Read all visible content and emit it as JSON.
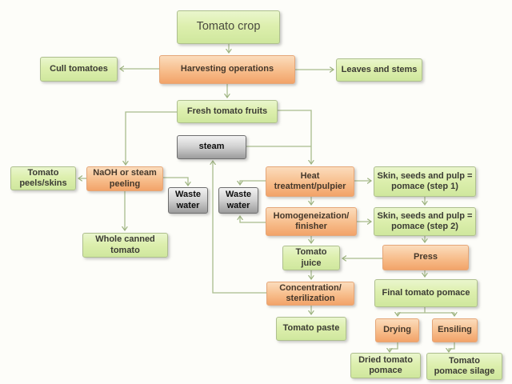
{
  "diagram_title": "Tomato crop processing flowchart",
  "colors": {
    "green_box": "#d9edaa",
    "orange_box": "#f5ab70",
    "gray_box": "#bcbcbc",
    "connector": "#9cb27e",
    "background": "#fdfdf9"
  },
  "nodes": {
    "tomato_crop": {
      "label": "Tomato crop"
    },
    "harvesting": {
      "label": "Harvesting operations"
    },
    "cull_tomatoes": {
      "label": "Cull tomatoes"
    },
    "leaves_stems": {
      "label": "Leaves and stems"
    },
    "fresh_fruits": {
      "label": "Fresh tomato fruits"
    },
    "steam": {
      "label": "steam"
    },
    "tomato_peels": {
      "label": "Tomato\npeels/skins"
    },
    "naoh_peeling": {
      "label": "NaOH or steam\npeeling"
    },
    "waste_water_1": {
      "label": "Waste\nwater"
    },
    "waste_water_2": {
      "label": "Waste\nwater"
    },
    "heat_treatment": {
      "label": "Heat\ntreatment/pulpier"
    },
    "pomace_step1": {
      "label": "Skin, seeds and pulp =\npomace (step 1)"
    },
    "whole_canned": {
      "label": "Whole canned\ntomato"
    },
    "homogeneization": {
      "label": "Homogeneization/\nfinisher"
    },
    "pomace_step2": {
      "label": "Skin, seeds and pulp =\npomace (step 2)"
    },
    "tomato_juice": {
      "label": "Tomato\njuice"
    },
    "press": {
      "label": "Press"
    },
    "concentration": {
      "label": "Concentration/\nsterilization"
    },
    "final_pomace": {
      "label": "Final tomato pomace"
    },
    "tomato_paste": {
      "label": "Tomato paste"
    },
    "drying": {
      "label": "Drying"
    },
    "ensiling": {
      "label": "Ensiling"
    },
    "dried_pomace": {
      "label": "Dried tomato\npomace"
    },
    "pomace_silage": {
      "label": "Tomato\npomace silage"
    }
  }
}
